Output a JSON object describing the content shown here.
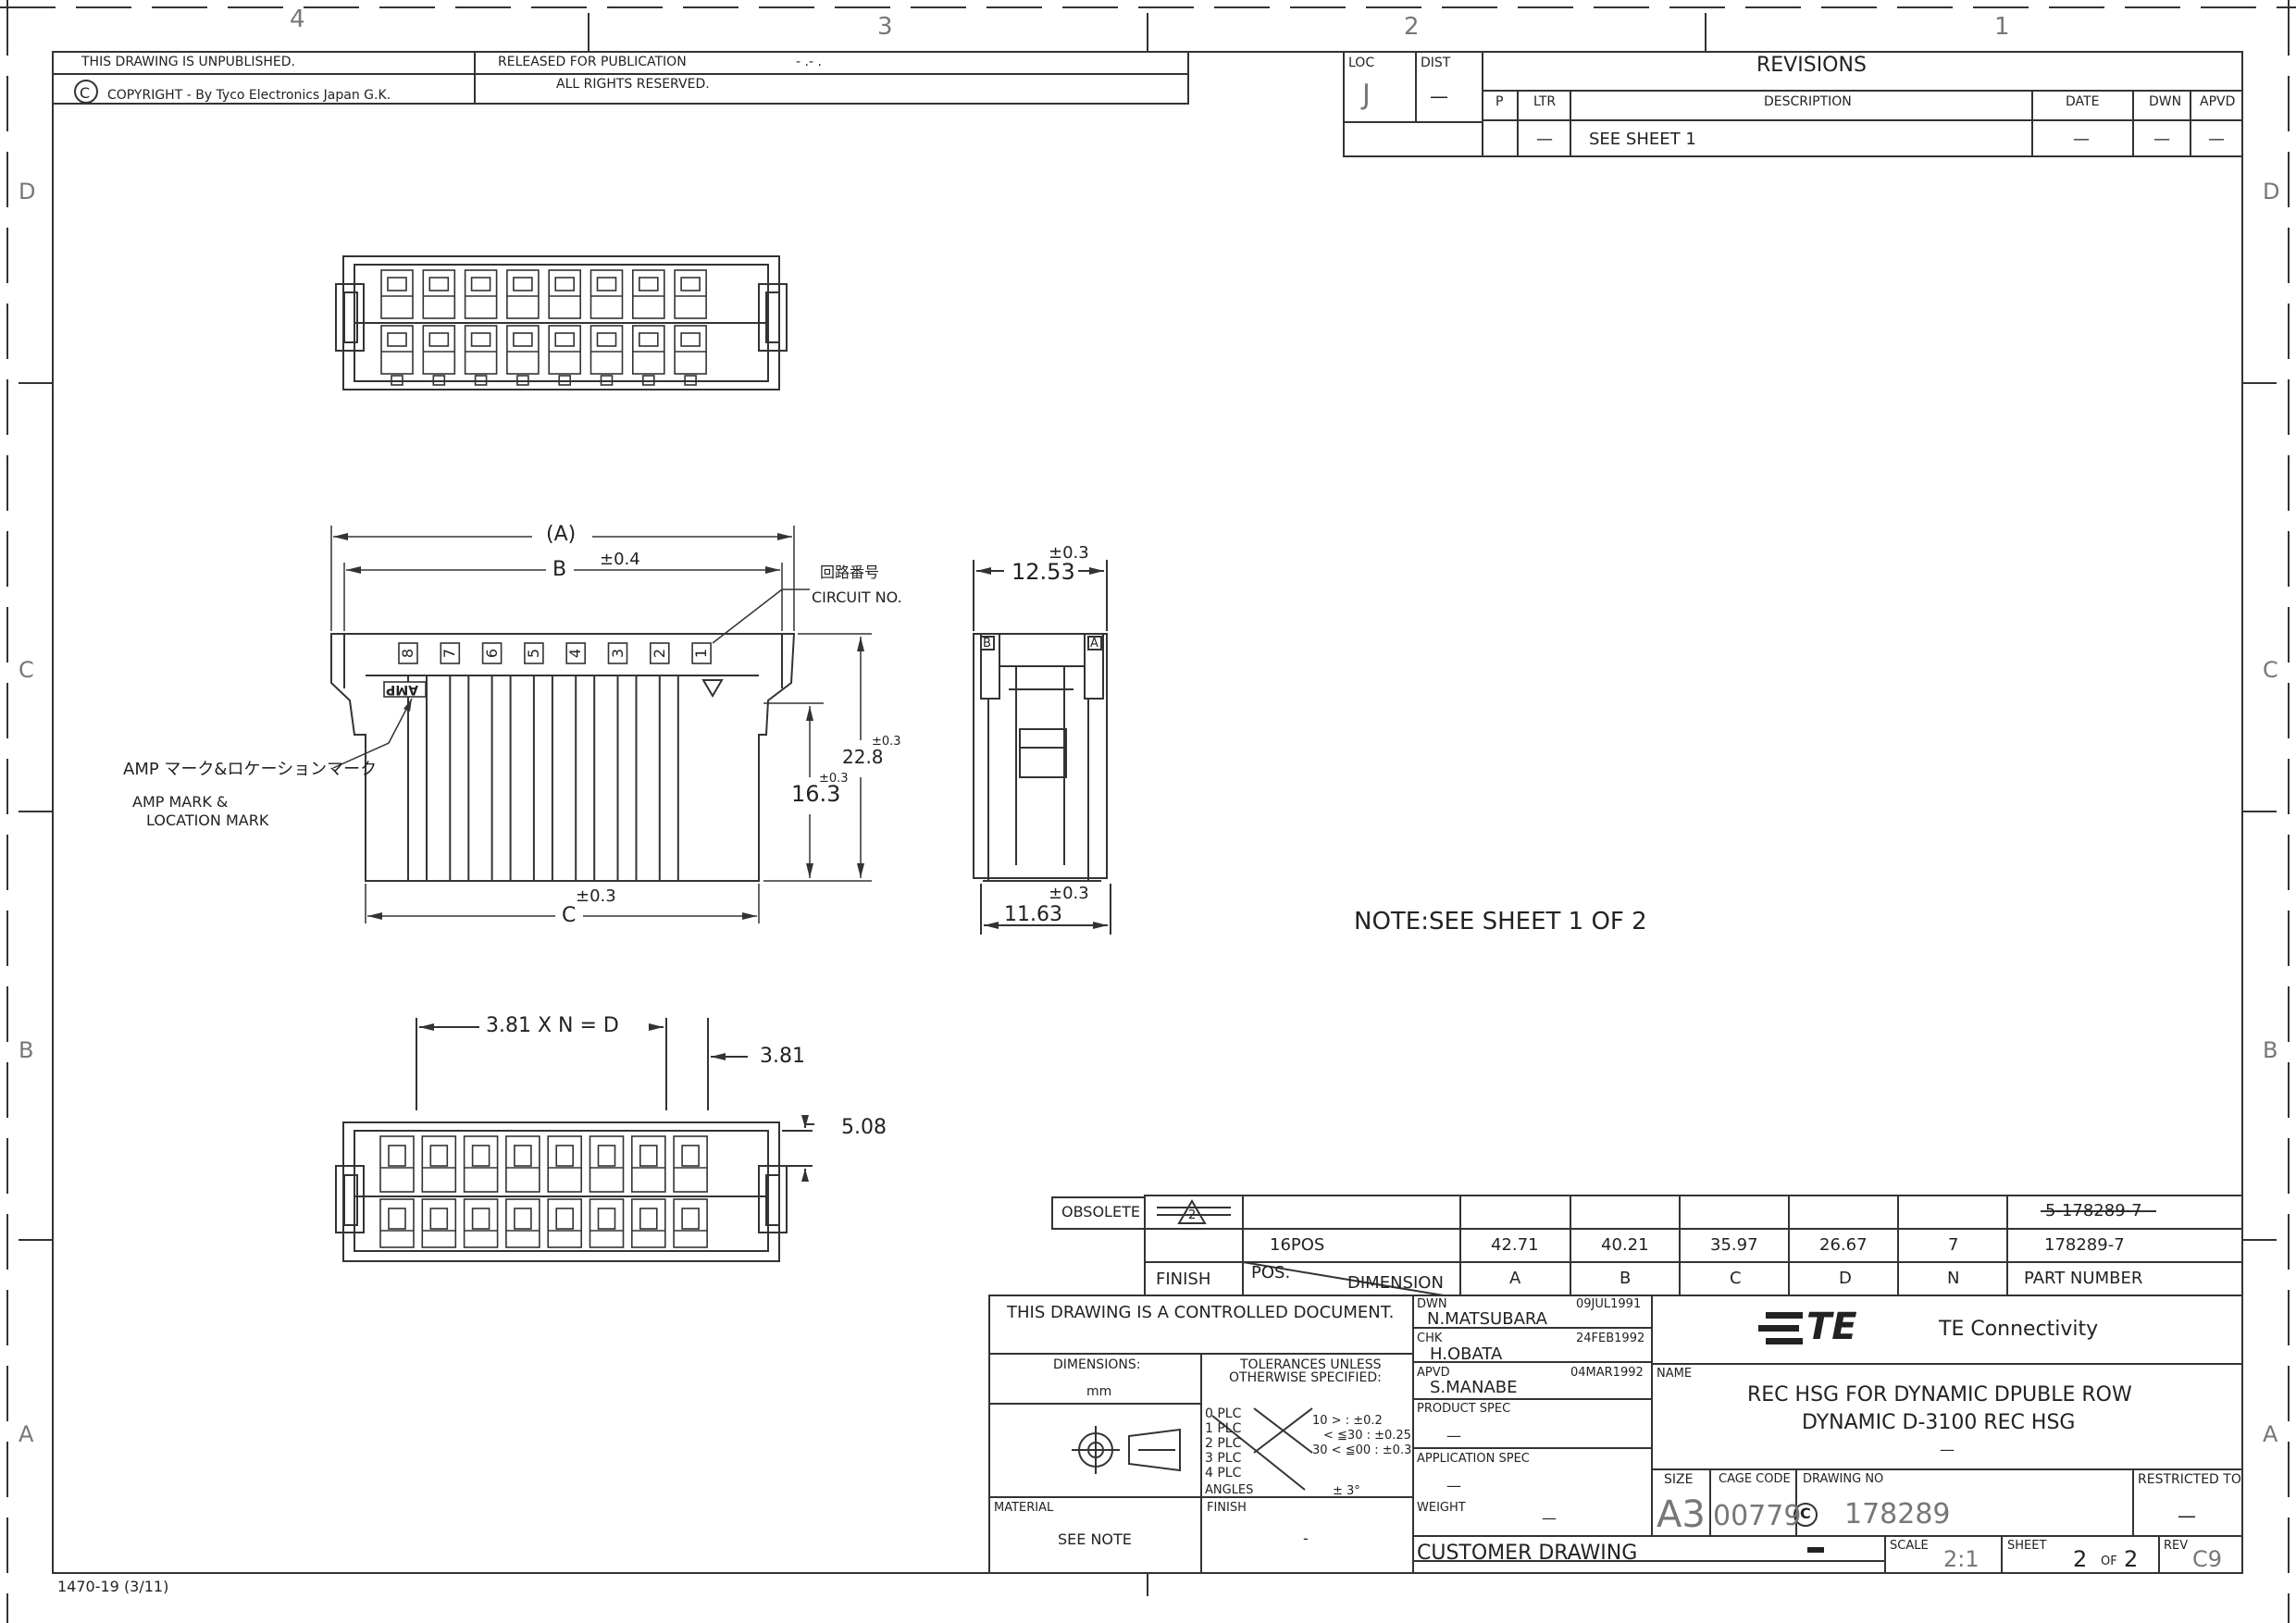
{
  "border": {
    "top_zones": [
      "4",
      "3",
      "2",
      "1"
    ],
    "side_zones": [
      "D",
      "C",
      "B",
      "A"
    ],
    "form_number": "1470-19  (3/11)"
  },
  "header": {
    "unpublished": "THIS DRAWING IS UNPUBLISHED.",
    "released": "RELEASED FOR PUBLICATION",
    "released_date": "- .-     .",
    "copyright_symbol": "C",
    "copyright": "COPYRIGHT  -     By Tyco Electronics Japan G.K.",
    "rights": "ALL RIGHTS RESERVED."
  },
  "revisions": {
    "loc_label": "LOC",
    "loc_value": "J",
    "dist_label": "DIST",
    "dist_value": "—",
    "title": "REVISIONS",
    "columns": [
      "P",
      "LTR",
      "DESCRIPTION",
      "DATE",
      "DWN",
      "APVD"
    ],
    "row": {
      "ltr": "—",
      "description": "SEE SHEET 1",
      "date": "—",
      "dwn": "—",
      "apvd": "—"
    }
  },
  "views": {
    "front": {
      "dim_a": "(A)",
      "dim_b": "B",
      "tol_b": "±0.4",
      "dim_c": "C",
      "tol_c": "±0.3",
      "height_overall": "22.8",
      "tol_overall": "±0.3",
      "height_body": "16.3",
      "tol_body": "±0.3",
      "circuit_jp": "回路番号",
      "circuit_en": "CIRCUIT NO.",
      "circuit_numbers": [
        "8",
        "7",
        "6",
        "5",
        "4",
        "3",
        "2",
        "1"
      ],
      "amp_logo": "AMP",
      "mark_jp": "AMP マーク&ロケーションマーク",
      "mark_en_1": "AMP MARK &",
      "mark_en_2": "LOCATION MARK"
    },
    "side": {
      "width_top": "12.53",
      "tol_top": "±0.3",
      "width_bottom": "11.63",
      "tol_bottom": "±0.3",
      "marker_b": "B",
      "marker_a": "A"
    },
    "bottom": {
      "pitch_formula": "3.81  X  N  =  D",
      "pitch": "3.81",
      "row_spacing": "5.08"
    },
    "note": "NOTE:SEE SHEET 1 OF 2"
  },
  "dimension_table": {
    "obsolete_label": "OBSOLETE",
    "obsolete_marker": "2",
    "obsolete_part": "5-178289-7",
    "finish_label": "FINISH",
    "pos_label": "POS.",
    "dimension_label": "DIMENSION",
    "positions": "16POS",
    "headers": [
      "A",
      "B",
      "C",
      "D",
      "N"
    ],
    "values": [
      "42.71",
      "40.21",
      "35.97",
      "26.67",
      "7"
    ],
    "part_number": "178289-7",
    "part_number_label": "PART NUMBER"
  },
  "title_block": {
    "controlled": "THIS DRAWING IS A CONTROLLED DOCUMENT.",
    "dimensions_label": "DIMENSIONS:",
    "dimensions_unit": "mm",
    "tolerances_1": "TOLERANCES UNLESS",
    "tolerances_2": "OTHERWISE SPECIFIED:",
    "tolerance_rows": [
      "0 PLC",
      "1 PLC",
      "2 PLC",
      "3 PLC",
      "4 PLC",
      "ANGLES"
    ],
    "tol_range_1": "10 >        : ±0.2",
    "tol_range_2": "< ≦30 : ±0.25",
    "tol_range_3": "30 < ≦00 : ±0.3",
    "tol_angle": "± 3°",
    "material_label": "MATERIAL",
    "material_value": "SEE NOTE",
    "finish_label": "FINISH",
    "finish_value": "-",
    "dwn_label": "DWN",
    "dwn_name": "N.MATSUBARA",
    "dwn_date": "09JUL1991",
    "chk_label": "CHK",
    "chk_name": "H.OBATA",
    "chk_date": "24FEB1992",
    "apvd_label": "APVD",
    "apvd_name": "S.MANABE",
    "apvd_date": "04MAR1992",
    "product_spec_label": "PRODUCT SPEC",
    "product_spec_value": "—",
    "application_spec_label": "APPLICATION SPEC",
    "application_spec_value": "—",
    "weight_label": "WEIGHT",
    "weight_value": "—",
    "customer_drawing": "CUSTOMER DRAWING",
    "company_logo": "TE",
    "company": "TE Connectivity",
    "name_label": "NAME",
    "name_line1": "REC HSG FOR DYNAMIC DPUBLE ROW",
    "name_line2": "DYNAMIC D-3100 REC HSG",
    "name_line3": "—",
    "size_label": "SIZE",
    "size_value": "A3",
    "cage_label": "CAGE CODE",
    "cage_value": "00779",
    "drawing_no_label": "DRAWING NO",
    "drawing_prefix": "C",
    "drawing_no": "178289",
    "restricted_label": "RESTRICTED TO",
    "restricted_value": "—",
    "scale_label": "SCALE",
    "scale_value": "2:1",
    "sheet_label": "SHEET",
    "sheet_value": "2",
    "sheet_of": "OF",
    "sheet_total": "2",
    "rev_label": "REV",
    "rev_value": "C9"
  }
}
